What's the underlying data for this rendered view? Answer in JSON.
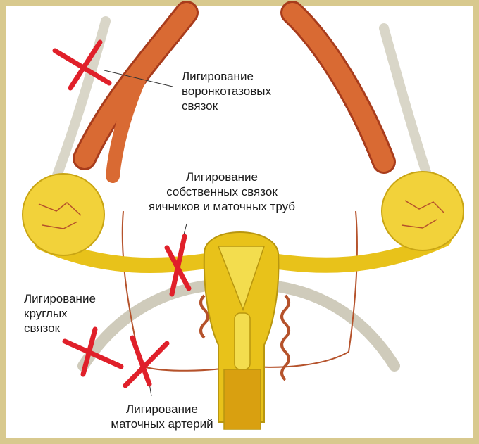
{
  "labels": {
    "infundibulopelvic": [
      "Лигирование",
      "воронкотазовых",
      "связок"
    ],
    "ovarian": [
      "Лигирование",
      "собственных связок",
      "яичников и маточных труб"
    ],
    "round": [
      "Лигирование",
      "круглых",
      "связок"
    ],
    "uterine_artery": [
      "Лигирование",
      "маточных артерий"
    ]
  },
  "colors": {
    "frame": "#d8c98e",
    "artery": "#d96a33",
    "artery_dark": "#a83c1c",
    "uterus": "#e8c21a",
    "uterus_light": "#f3dd4e",
    "ovary": "#f2d23a",
    "ligament": "#d9d6c8",
    "vessel": "#b5522b",
    "ligation_mark": "#e0202a"
  }
}
